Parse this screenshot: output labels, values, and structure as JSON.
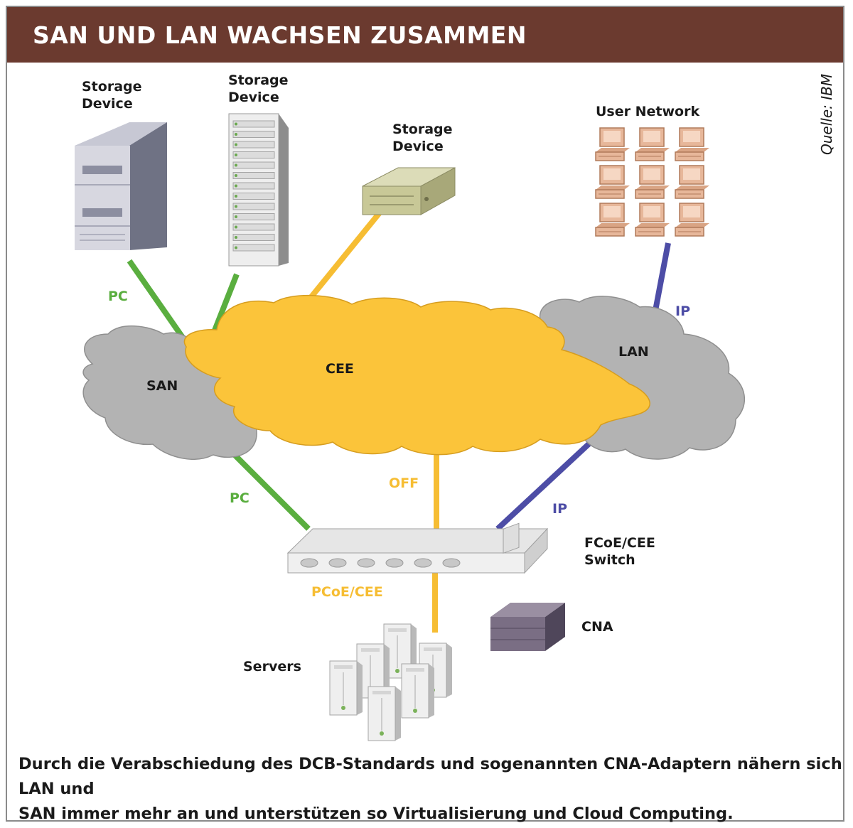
{
  "title": "SAN UND LAN WACHSEN ZUSAMMEN",
  "source": "Quelle: IBM",
  "caption_line1": "Durch die Verabschiedung des DCB-Standards und sogenannten CNA-Adaptern nähern sich LAN und",
  "caption_line2": "SAN immer mehr an und unterstützen so Virtualisierung und Cloud Computing.",
  "nodes": {
    "storage1": [
      "Storage",
      "Device"
    ],
    "storage2": [
      "Storage",
      "Device"
    ],
    "storage3": [
      "Storage",
      "Device"
    ],
    "user_network": "User Network",
    "san": "SAN",
    "cee": "CEE",
    "lan": "LAN",
    "switch": [
      "FCoE/CEE",
      "Switch"
    ],
    "cna": "CNA",
    "servers": "Servers"
  },
  "links": {
    "pc_top": "PC",
    "pc_bottom": "PC",
    "ip_top": "IP",
    "ip_bottom": "IP",
    "off": "OFF",
    "pcoe": "PCoE/CEE"
  },
  "colors": {
    "banner": "#6b3a2f",
    "pc_link": "#5aae3f",
    "cee_link": "#f6bd33",
    "ip_link": "#4d4da6",
    "cloud_gray": "#b3b3b3",
    "cloud_yellow": "#fbc43a"
  }
}
